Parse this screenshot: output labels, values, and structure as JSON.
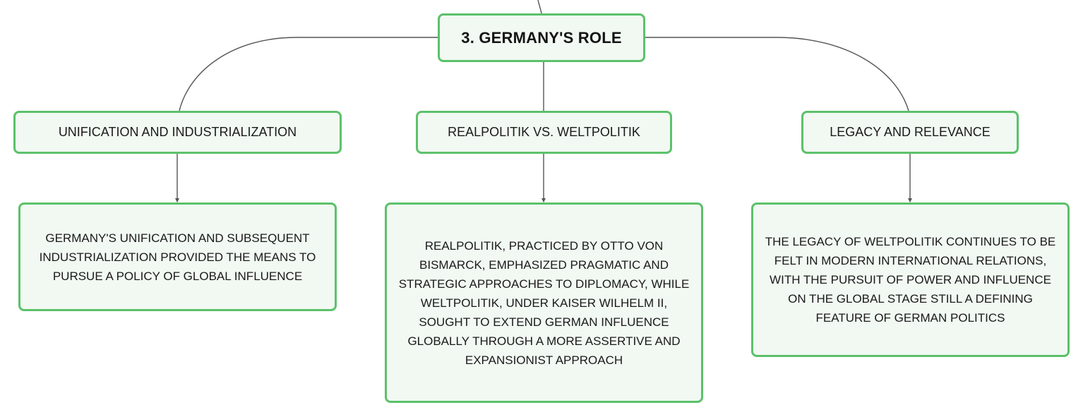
{
  "root": {
    "title": "3. GERMANY'S ROLE"
  },
  "topics": [
    {
      "label": "UNIFICATION AND INDUSTRIALIZATION",
      "detail": "GERMANY'S UNIFICATION AND SUBSEQUENT INDUSTRIALIZATION PROVIDED THE MEANS TO PURSUE A POLICY OF GLOBAL INFLUENCE"
    },
    {
      "label": "REALPOLITIK VS. WELTPOLITIK",
      "detail": "REALPOLITIK, PRACTICED BY OTTO VON BISMARCK, EMPHASIZED PRAGMATIC AND STRATEGIC APPROACHES TO DIPLOMACY, WHILE WELTPOLITIK, UNDER KAISER WILHELM II, SOUGHT TO EXTEND GERMAN INFLUENCE GLOBALLY THROUGH A MORE ASSERTIVE AND EXPANSIONIST APPROACH"
    },
    {
      "label": "LEGACY AND RELEVANCE",
      "detail": "THE LEGACY OF WELTPOLITIK CONTINUES TO BE FELT IN MODERN INTERNATIONAL RELATIONS, WITH THE PURSUIT OF POWER AND INFLUENCE ON THE GLOBAL STAGE STILL A DEFINING FEATURE OF GERMAN POLITICS"
    }
  ],
  "colors": {
    "node_border": "#5cc16a",
    "node_fill": "#f1f9f2",
    "connector": "#555555"
  }
}
